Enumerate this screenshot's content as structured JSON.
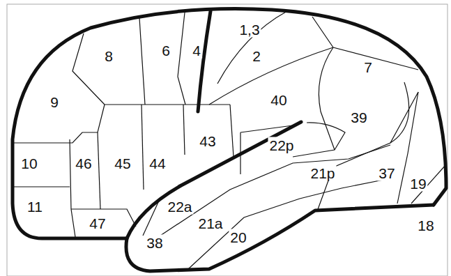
{
  "diagram": {
    "labels": [
      "1,3",
      "2",
      "7",
      "8",
      "6",
      "4",
      "9",
      "40",
      "39",
      "10",
      "46",
      "45",
      "44",
      "43",
      "22p",
      "21p",
      "37",
      "19",
      "11",
      "47",
      "22a",
      "21a",
      "20",
      "38",
      "18"
    ]
  }
}
